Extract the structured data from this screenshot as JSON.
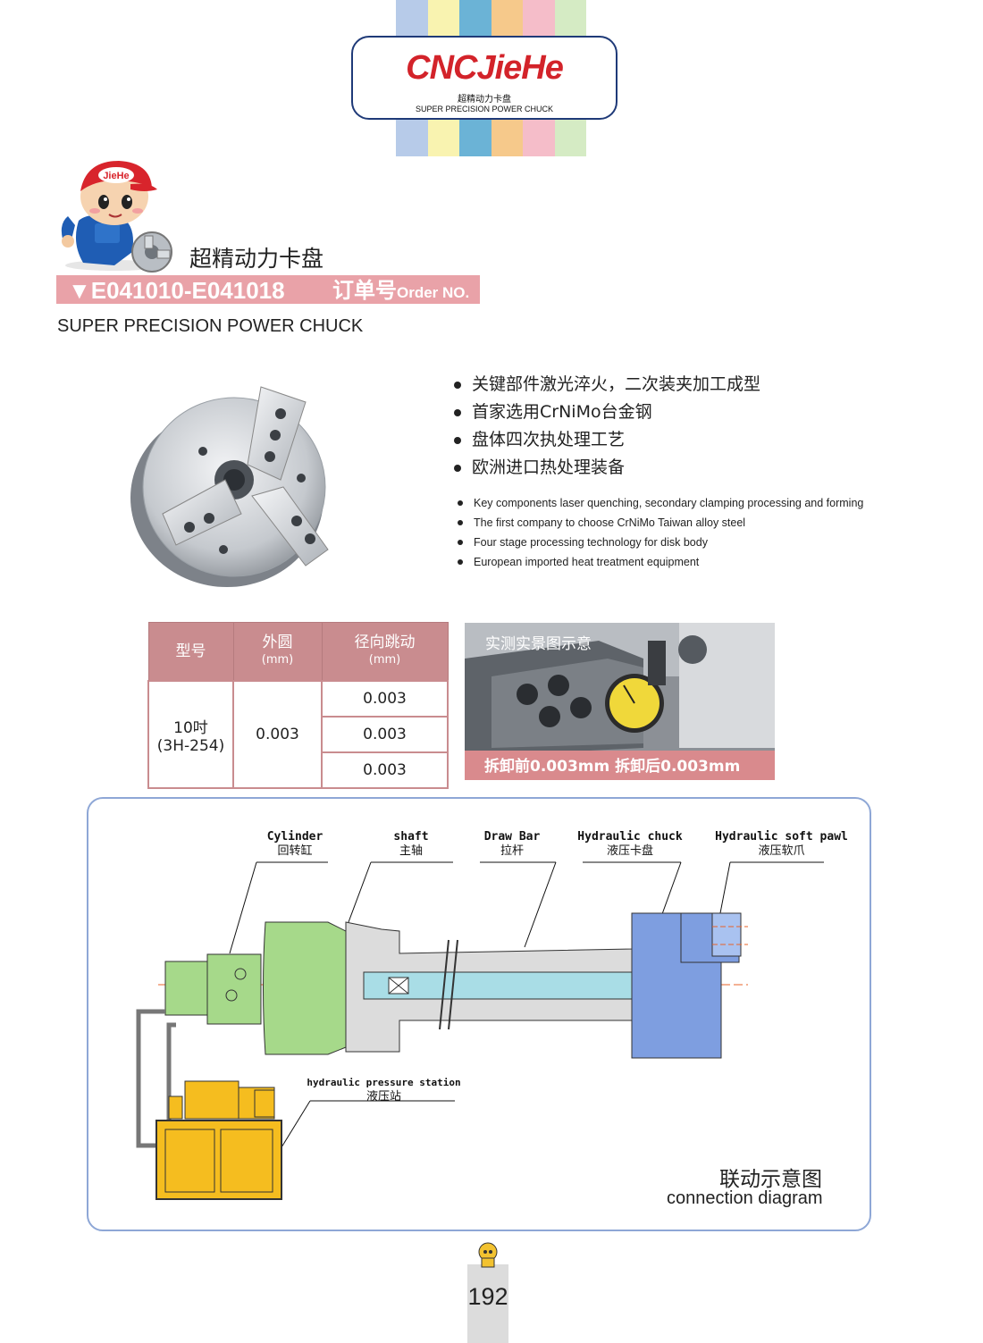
{
  "header": {
    "stripe_colors": [
      "#b7cbe9",
      "#f9f3b0",
      "#6bb3d6",
      "#f6c98b",
      "#f5bdc9",
      "#d5ebc4"
    ],
    "brand": "CNCJieHe",
    "brand_cn": "超精动力卡盘",
    "brand_en": "SUPER PRECISION POWER CHUCK"
  },
  "title": {
    "cn": "超精动力卡盘",
    "order_code": "▼E041010-E041018",
    "order_label_cn": "订单号",
    "order_label_en": "Order NO.",
    "en": "SUPER PRECISION POWER CHUCK"
  },
  "mascot": {
    "cap_text": "JieHe"
  },
  "features_cn": [
    "关键部件激光淬火，二次装夹加工成型",
    "首家选用CrNiMo台金钢",
    "盘体四次执处理工艺",
    "欧洲进口热处理装备"
  ],
  "features_en": [
    "Key components laser quenching, secondary clamping processing and forming",
    "The first company to choose CrNiMo Taiwan alloy steel",
    "Four stage processing technology for disk body",
    "European imported heat treatment equipment"
  ],
  "spec_table": {
    "headers": [
      {
        "label": "型号",
        "unit": ""
      },
      {
        "label": "外圆",
        "unit": "(mm)"
      },
      {
        "label": "径向跳动",
        "unit": "(mm)"
      }
    ],
    "model_size": "10吋",
    "model_code": "(3H-254)",
    "outer": "0.003",
    "radial": [
      "0.003",
      "0.003",
      "0.003"
    ]
  },
  "photo": {
    "caption_top": "实测实景图示意",
    "caption_bottom": "拆卸前0.003mm  拆卸后0.003mm"
  },
  "diagram": {
    "labels": [
      {
        "en": "Cylinder",
        "cn": "回转缸"
      },
      {
        "en": "shaft",
        "cn": "主轴"
      },
      {
        "en": "Draw Bar",
        "cn": "拉杆"
      },
      {
        "en": "Hydraulic chuck",
        "cn": "液压卡盘"
      },
      {
        "en": "Hydraulic soft pawl",
        "cn": "液压软爪"
      },
      {
        "en": "hydraulic pressure station",
        "cn": "液压站"
      }
    ],
    "title_cn": "联动示意图",
    "title_en": "connection diagram"
  },
  "footer": {
    "page": "192"
  }
}
